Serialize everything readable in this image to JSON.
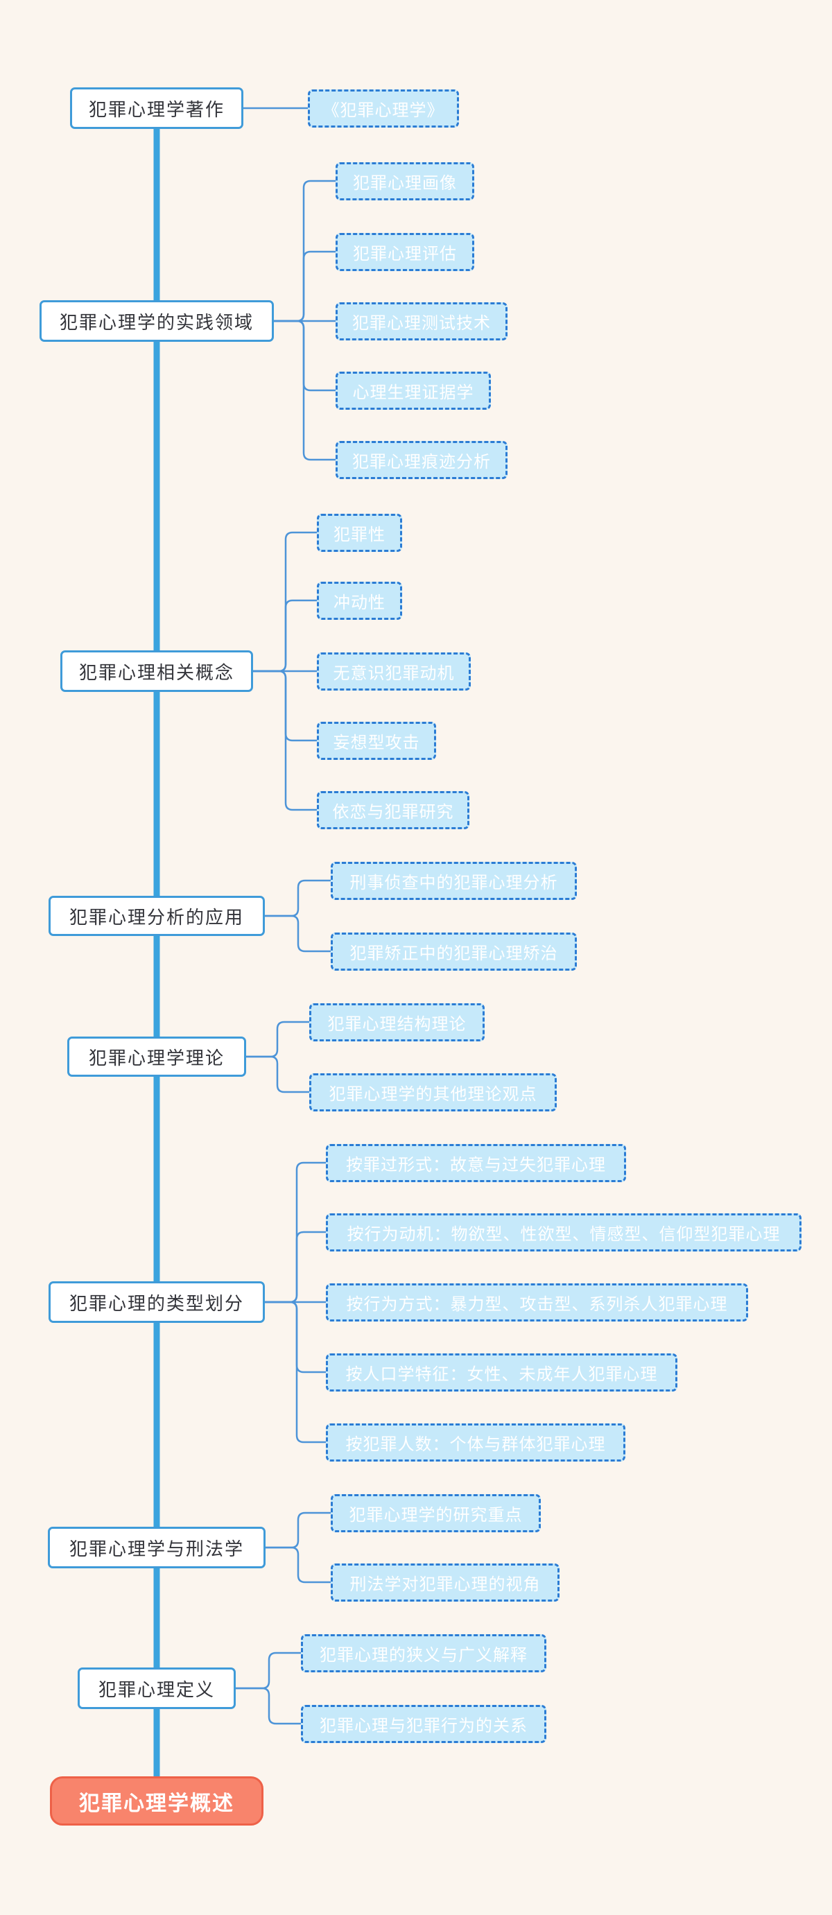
{
  "colors": {
    "canvas_bg": "#FBF5EE",
    "trunk": "#3AA3DE",
    "connector": "#4D94D8",
    "branch_bg": "#FFFFFF",
    "branch_border": "#3F9BD9",
    "branch_text": "#33343A",
    "child_bg": "#C6E9FA",
    "child_border": "#2B7CD4",
    "child_text": "#FFFFFF",
    "root_bg": "#F8846C",
    "root_border": "#EE6148",
    "root_text": "#FFFFFF"
  },
  "root": {
    "label": "犯罪心理学概述"
  },
  "branches": [
    {
      "label": "犯罪心理学著作",
      "children": [
        "《犯罪心理学》"
      ]
    },
    {
      "label": "犯罪心理学的实践领域",
      "children": [
        "犯罪心理画像",
        "犯罪心理评估",
        "犯罪心理测试技术",
        "心理生理证据学",
        "犯罪心理痕迹分析"
      ]
    },
    {
      "label": "犯罪心理相关概念",
      "children": [
        "犯罪性",
        "冲动性",
        "无意识犯罪动机",
        "妄想型攻击",
        "依恋与犯罪研究"
      ]
    },
    {
      "label": "犯罪心理分析的应用",
      "children": [
        "刑事侦查中的犯罪心理分析",
        "犯罪矫正中的犯罪心理矫治"
      ]
    },
    {
      "label": "犯罪心理学理论",
      "children": [
        "犯罪心理结构理论",
        "犯罪心理学的其他理论观点"
      ]
    },
    {
      "label": "犯罪心理的类型划分",
      "children": [
        "按罪过形式：故意与过失犯罪心理",
        "按行为动机：物欲型、性欲型、情感型、信仰型犯罪心理",
        "按行为方式：暴力型、攻击型、系列杀人犯罪心理",
        "按人口学特征：女性、未成年人犯罪心理",
        "按犯罪人数：个体与群体犯罪心理"
      ]
    },
    {
      "label": "犯罪心理学与刑法学",
      "children": [
        "犯罪心理学的研究重点",
        "刑法学对犯罪心理的视角"
      ]
    },
    {
      "label": "犯罪心理定义",
      "children": [
        "犯罪心理的狭义与广义解释",
        "犯罪心理与犯罪行为的关系"
      ]
    }
  ]
}
